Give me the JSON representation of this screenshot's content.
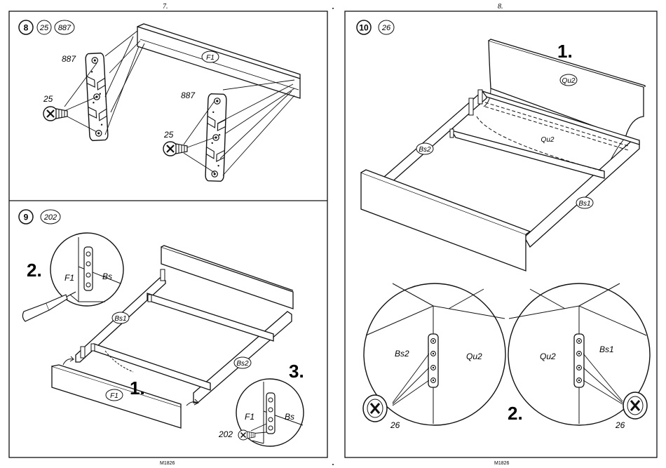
{
  "pages": [
    {
      "page_number": "7.",
      "footer": "M1826"
    },
    {
      "page_number": "8.",
      "footer": "M1826"
    }
  ],
  "step8": {
    "number": "8",
    "parts": [
      "25",
      "887"
    ],
    "labels": {
      "bracket_left": "887",
      "screw_left": "25",
      "panel": "F1",
      "bracket_right": "887",
      "screw_right": "25"
    }
  },
  "step9": {
    "number": "9",
    "parts": [
      "202"
    ],
    "labels": {
      "stage_1": "1.",
      "stage_2": "2.",
      "stage_3": "3.",
      "detail_f1": "F1",
      "detail_bs": "Bs",
      "frame_bs1": "Bs1",
      "frame_bs2": "Bs2",
      "front_f1": "F1",
      "detail3_f1": "F1",
      "detail3_bs": "Bs",
      "detail3_screw": "202"
    }
  },
  "step10": {
    "number": "10",
    "parts": [
      "26"
    ],
    "labels": {
      "stage_1": "1.",
      "stage_2": "2.",
      "top_qu2": "Qu2",
      "inner_qu2": "Qu2",
      "left_bs2": "Bs2",
      "right_bs1": "Bs1",
      "detailL_bs2": "Bs2",
      "detailL_qu2": "Qu2",
      "detailL_screw": "26",
      "detailR_qu2": "Qu2",
      "detailR_bs1": "Bs1",
      "detailR_screw": "26"
    }
  }
}
